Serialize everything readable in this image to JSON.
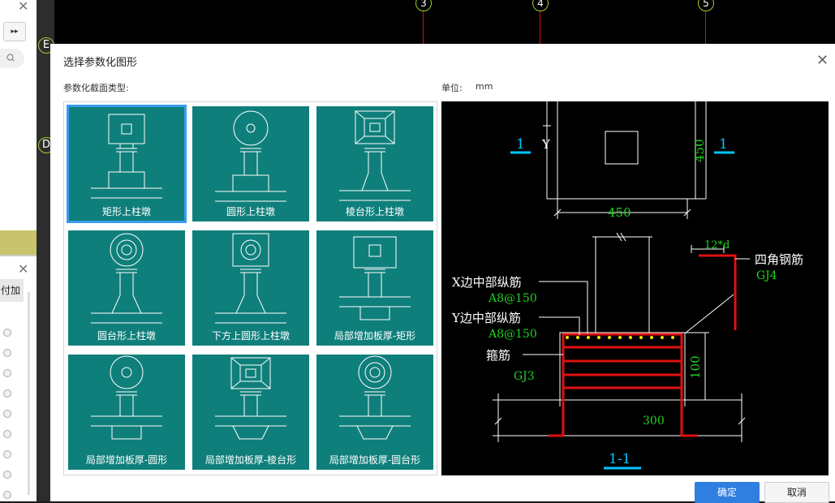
{
  "background": {
    "axis_labels": [
      "E",
      "D"
    ],
    "column_axes": [
      "3",
      "4",
      "5"
    ],
    "side_tab_label": "付加"
  },
  "dialog": {
    "title": "选择参数化图形",
    "type_label": "参数化截面类型:",
    "unit_label": "单位:",
    "unit_value": "mm",
    "ok_label": "确定",
    "cancel_label": "取消",
    "shapes": [
      {
        "label": "矩形上柱墩",
        "selected": true
      },
      {
        "label": "圆形上柱墩",
        "selected": false
      },
      {
        "label": "棱台形上柱墩",
        "selected": false
      },
      {
        "label": "圆台形上柱墩",
        "selected": false
      },
      {
        "label": "下方上圆形上柱墩",
        "selected": false
      },
      {
        "label": "局部增加板厚-矩形",
        "selected": false
      },
      {
        "label": "局部增加板厚-圆形",
        "selected": false
      },
      {
        "label": "局部增加板厚-棱台形",
        "selected": false
      },
      {
        "label": "局部增加板厚-圆台形",
        "selected": false
      }
    ]
  },
  "preview": {
    "section_mark": "1",
    "y_label": "Y",
    "plan_width": "450",
    "plan_height": "450",
    "anchor_label": "12*d",
    "corner_rebar_label": "四角钢筋",
    "corner_rebar_code": "GJ4",
    "x_rebar_label": "X边中部纵筋",
    "x_rebar_value": "A8@150",
    "y_rebar_label": "Y边中部纵筋",
    "y_rebar_value": "A8@150",
    "stirrup_label": "箍筋",
    "stirrup_code": "GJ3",
    "dim_height": "100",
    "dim_width": "300",
    "section_title": "1-1"
  },
  "colors": {
    "tile": "#0f7f7b",
    "selected": "#3a9bf0",
    "primary": "#2f7fe0",
    "rebar": "#e01010",
    "annotation_green": "#20d020",
    "section_cyan": "#00c8ff"
  }
}
